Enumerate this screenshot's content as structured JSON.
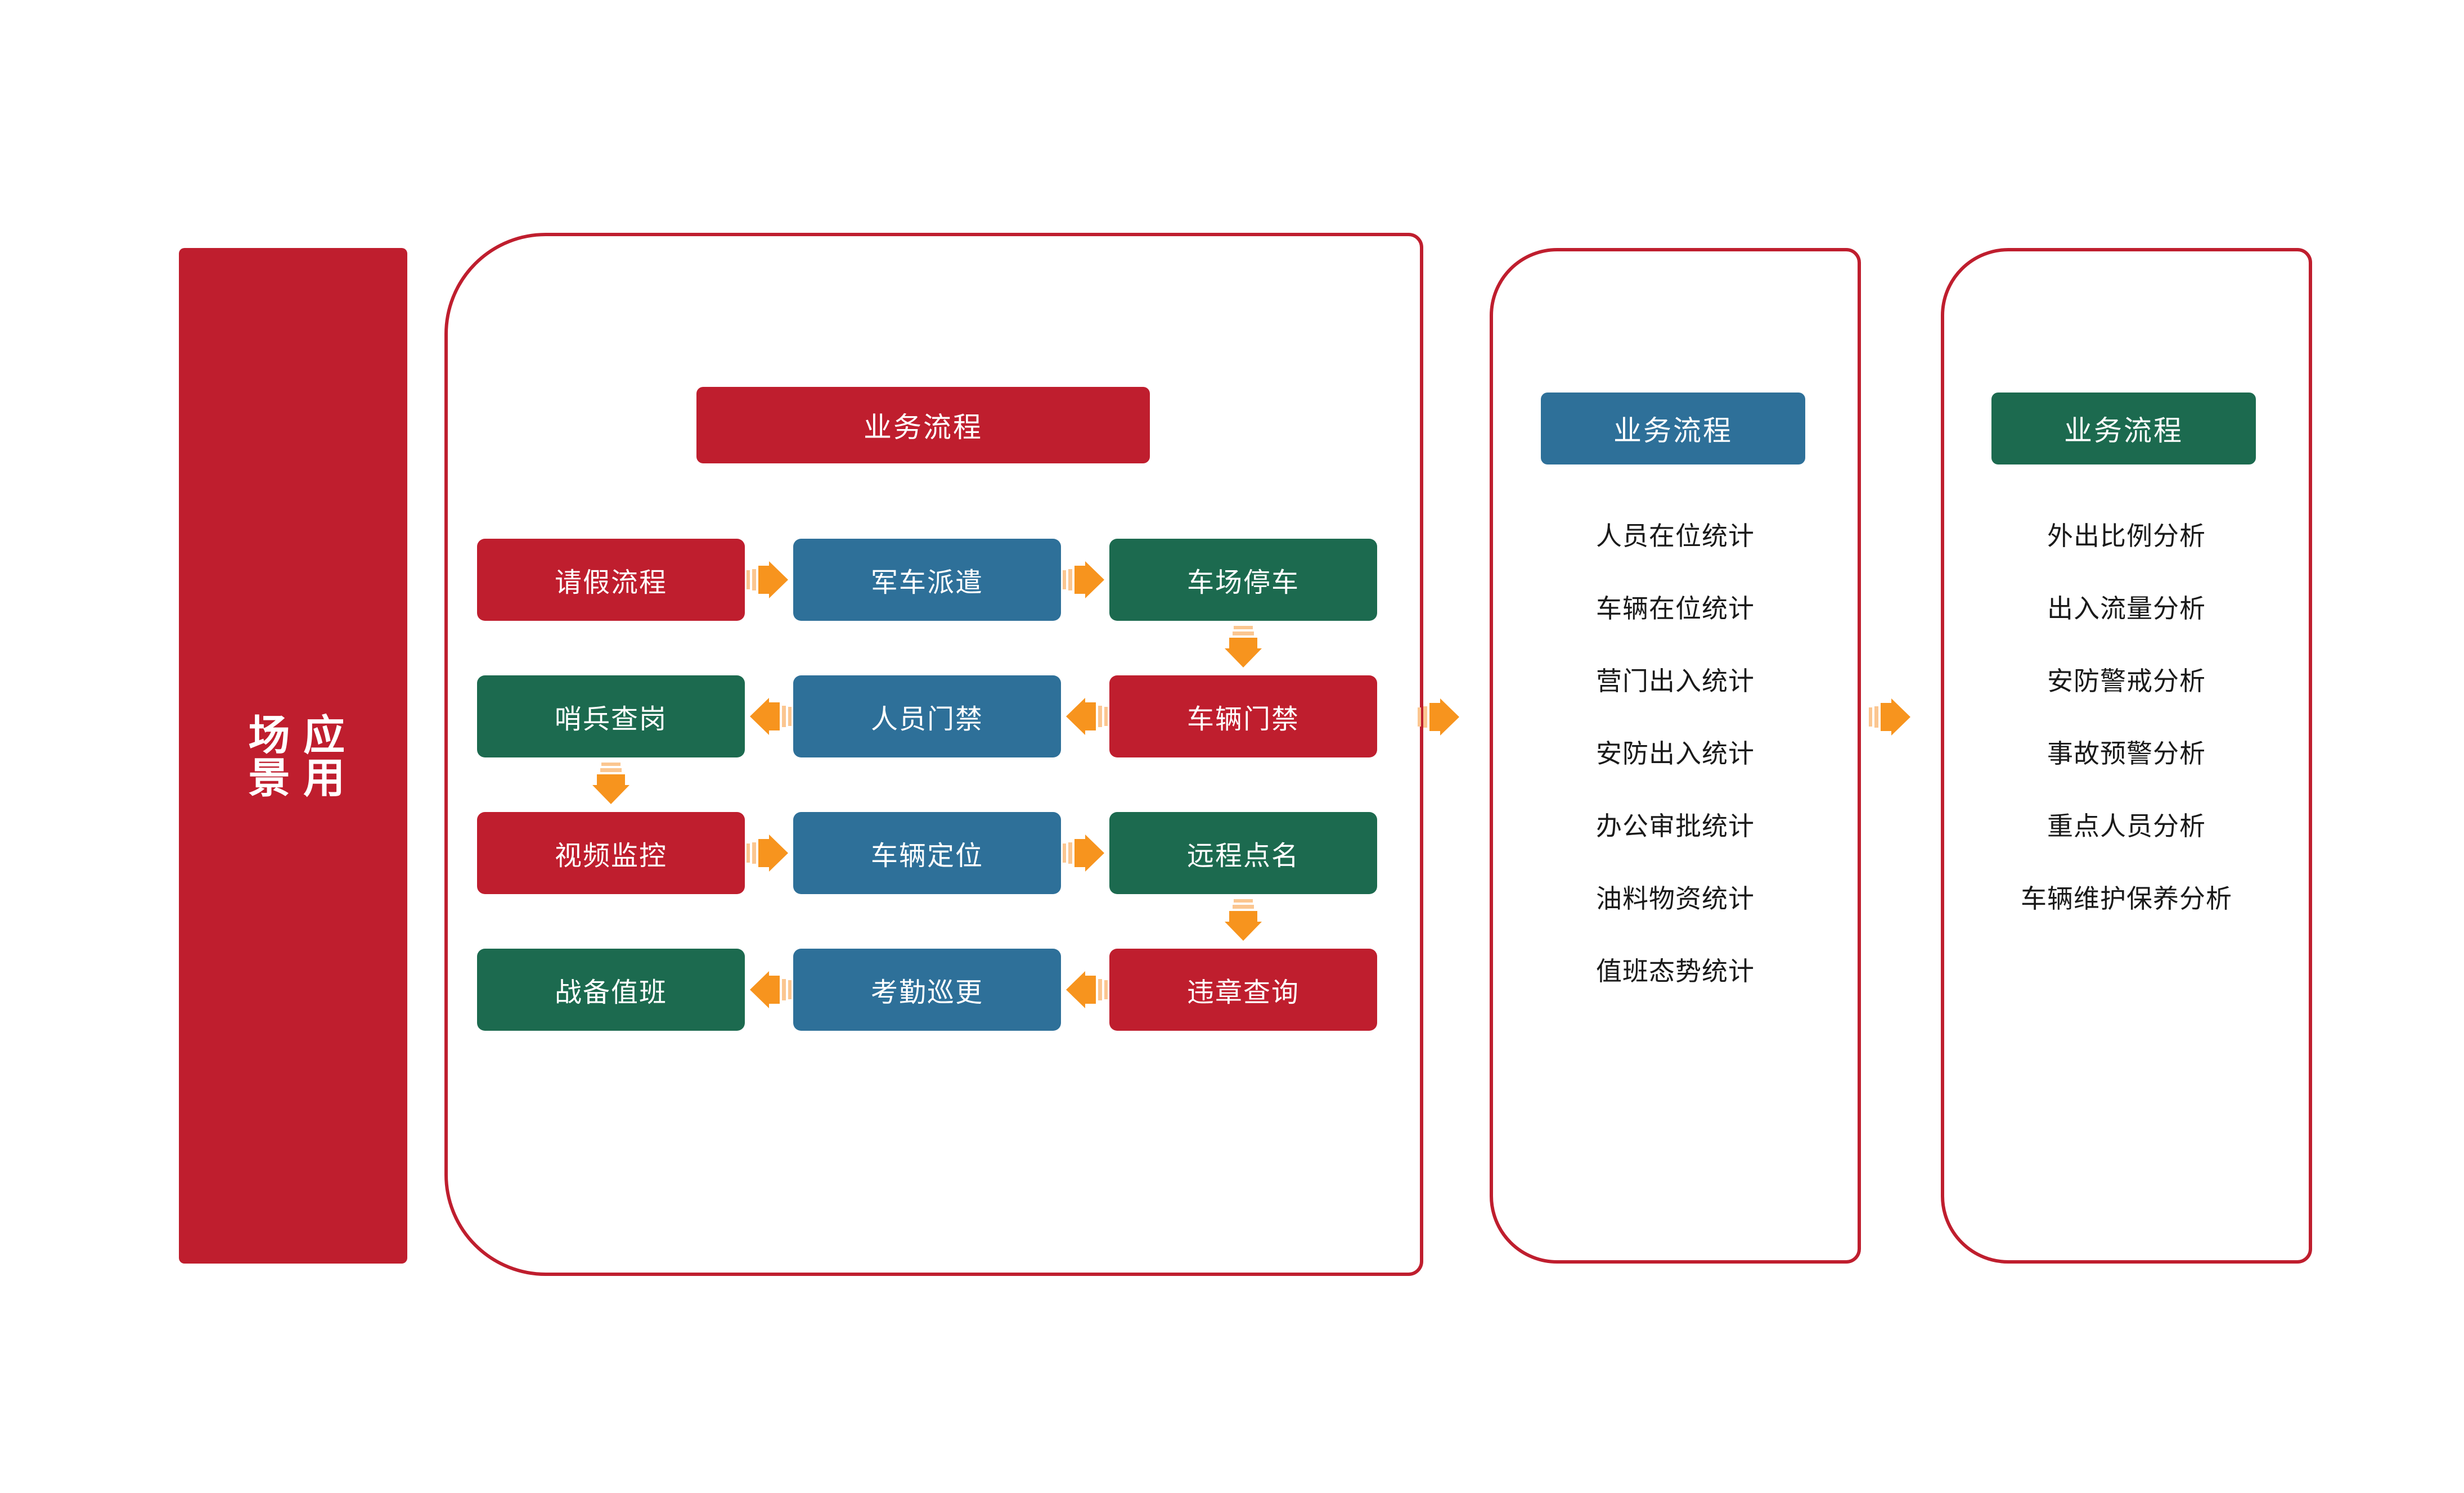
{
  "sidebar": {
    "label": "应用\n场景",
    "color": "#bf1e2e"
  },
  "colors": {
    "red": "#bf1e2e",
    "blue": "#2e7099",
    "green": "#1c6a4f",
    "arrow_orange": "#f7941e",
    "arrow_orange_light": "#fbc690",
    "text_dark": "#1a1a1a",
    "panel_border": "#bf1e2e",
    "background": "#ffffff"
  },
  "main_panel": {
    "header": "业务流程",
    "header_color": "#bf1e2e",
    "rows": [
      {
        "direction": "right",
        "boxes": [
          {
            "label": "请假流程",
            "color": "red"
          },
          {
            "label": "军车派遣",
            "color": "blue"
          },
          {
            "label": "车场停车",
            "color": "green"
          }
        ]
      },
      {
        "direction": "left",
        "boxes": [
          {
            "label": "哨兵查岗",
            "color": "green"
          },
          {
            "label": "人员门禁",
            "color": "blue"
          },
          {
            "label": "车辆门禁",
            "color": "red"
          }
        ]
      },
      {
        "direction": "right",
        "boxes": [
          {
            "label": "视频监控",
            "color": "red"
          },
          {
            "label": "车辆定位",
            "color": "blue"
          },
          {
            "label": "远程点名",
            "color": "green"
          }
        ]
      },
      {
        "direction": "left",
        "boxes": [
          {
            "label": "战备值班",
            "color": "green"
          },
          {
            "label": "考勤巡更",
            "color": "blue"
          },
          {
            "label": "违章查询",
            "color": "red"
          }
        ]
      }
    ]
  },
  "stats_panel": {
    "header": "业务流程",
    "header_color": "#2e7099",
    "items": [
      "人员在位统计",
      "车辆在位统计",
      "营门出入统计",
      "安防出入统计",
      "办公审批统计",
      "油料物资统计",
      "值班态势统计"
    ]
  },
  "analysis_panel": {
    "header": "业务流程",
    "header_color": "#1c6a4f",
    "items": [
      "外出比例分析",
      "出入流量分析",
      "安防警戒分析",
      "事故预警分析",
      "重点人员分析",
      "车辆维护保养分析"
    ]
  }
}
